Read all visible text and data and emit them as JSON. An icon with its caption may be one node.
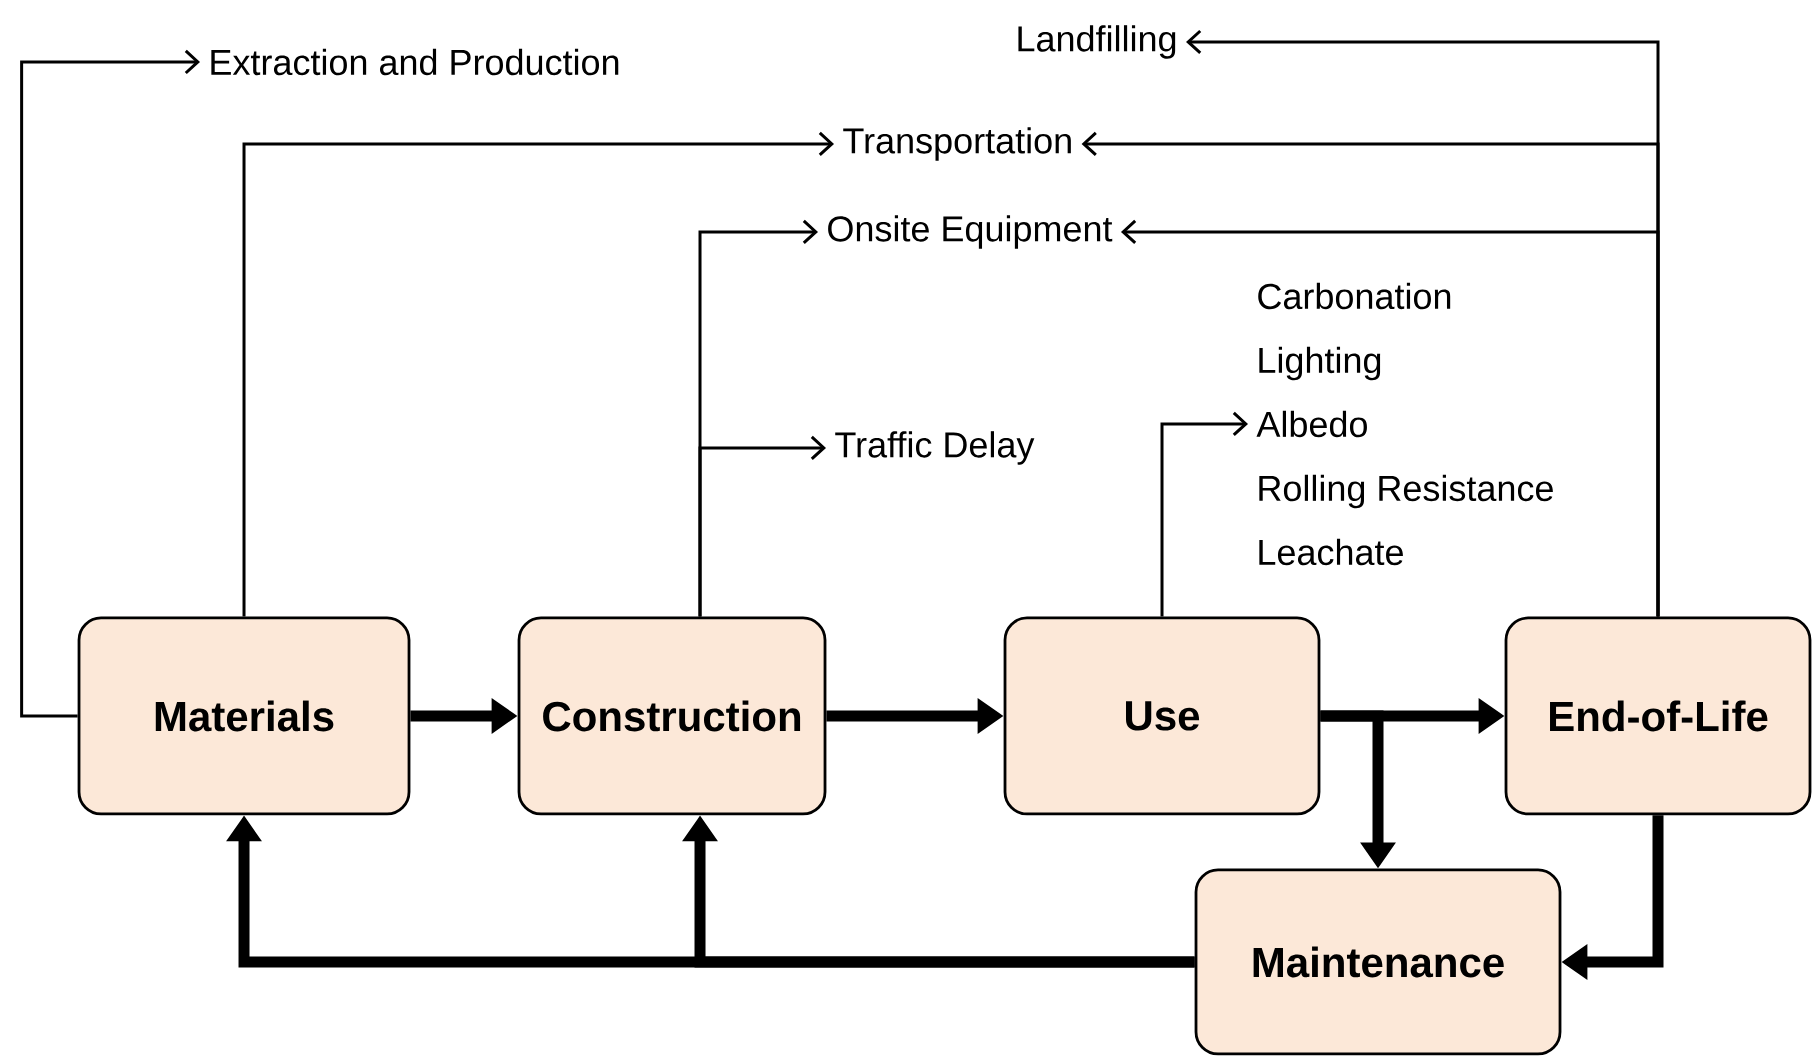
{
  "diagram": {
    "nodes": [
      {
        "text": [
          "Materials"
        ]
      },
      {
        "text": [
          "Construction"
        ]
      },
      {
        "text": [
          "Use"
        ]
      },
      {
        "text": [
          "End-of-Life"
        ]
      },
      {
        "text": [
          "Maintenance"
        ]
      },
      {
        "text": [
          "Extraction and Production"
        ]
      },
      {
        "text": [
          "Transportation"
        ]
      },
      {
        "text": [
          "Onsite Equipment"
        ]
      },
      {
        "text": [
          "Traffic Delay"
        ]
      },
      {
        "text": [
          "Landfilling"
        ]
      },
      {
        "text": [
          "Carbonation",
          "Lighting",
          "Albedo",
          "Rolling Resistance",
          "Leachate"
        ]
      }
    ],
    "edges": [
      {
        "from": 0,
        "to": 5,
        "arrow": "to"
      },
      {
        "from": 0,
        "to": 6,
        "arrow": "to"
      },
      {
        "from": 1,
        "to": 7,
        "arrow": "to"
      },
      {
        "from": 1,
        "to": 8,
        "arrow": "to"
      },
      {
        "from": 2,
        "to": 10,
        "arrow": "to"
      },
      {
        "from": 3,
        "to": 9,
        "arrow": "to"
      },
      {
        "from": 3,
        "to": 6,
        "arrow": "to"
      },
      {
        "from": 3,
        "to": 7,
        "arrow": "to"
      },
      {
        "from": 0,
        "to": 1,
        "arrow": "to",
        "style": "thick"
      },
      {
        "from": 1,
        "to": 2,
        "arrow": "to",
        "style": "thick"
      },
      {
        "from": 2,
        "to": 3,
        "arrow": "to",
        "style": "thick"
      },
      {
        "from": 2,
        "to": 4,
        "arrow": "to",
        "style": "thick"
      },
      {
        "from": 3,
        "to": 4,
        "arrow": "to",
        "style": "thick"
      },
      {
        "from": 4,
        "to": 0,
        "arrow": "to",
        "style": "thick"
      },
      {
        "from": 4,
        "to": 1,
        "arrow": "to",
        "style": "thick"
      }
    ]
  }
}
